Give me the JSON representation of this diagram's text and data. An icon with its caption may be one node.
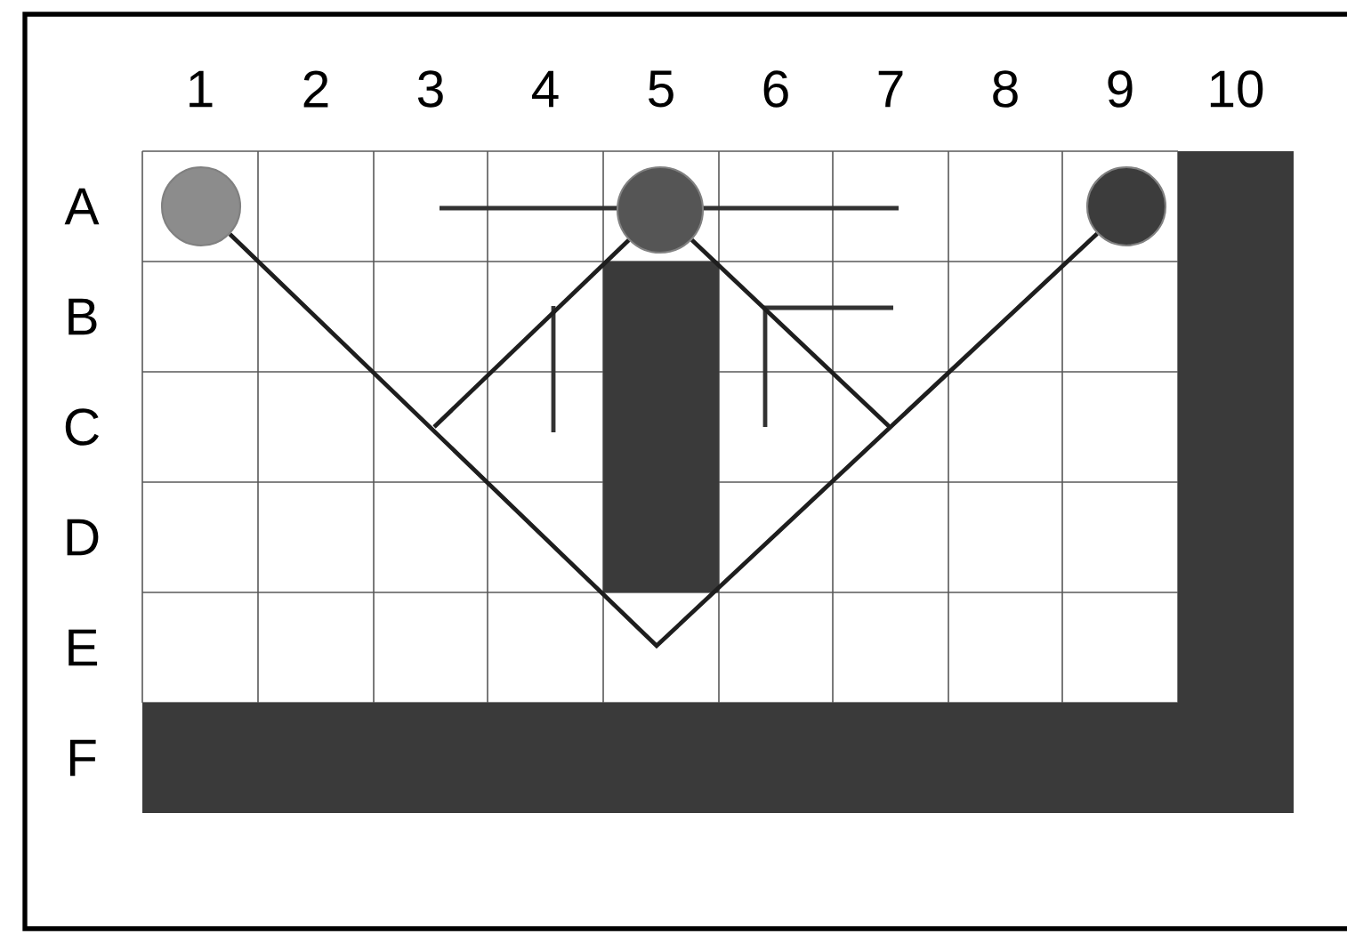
{
  "diagram": {
    "nodes": [
      {
        "text": [],
        "shape": "circle"
      },
      {
        "text": [],
        "shape": "circle"
      },
      {
        "text": [],
        "shape": "circle"
      }
    ],
    "edges": [
      {
        "from": 0,
        "to": 2,
        "arrow": "none"
      },
      {
        "from": 1,
        "to": null,
        "arrow": "none"
      },
      {
        "from": 1,
        "to": null,
        "arrow": "none"
      }
    ],
    "labels": [
      "1",
      "2",
      "3",
      "4",
      "5",
      "6",
      "7",
      "8",
      "9",
      "10",
      "A",
      "B",
      "C",
      "D",
      "E",
      "F"
    ]
  }
}
